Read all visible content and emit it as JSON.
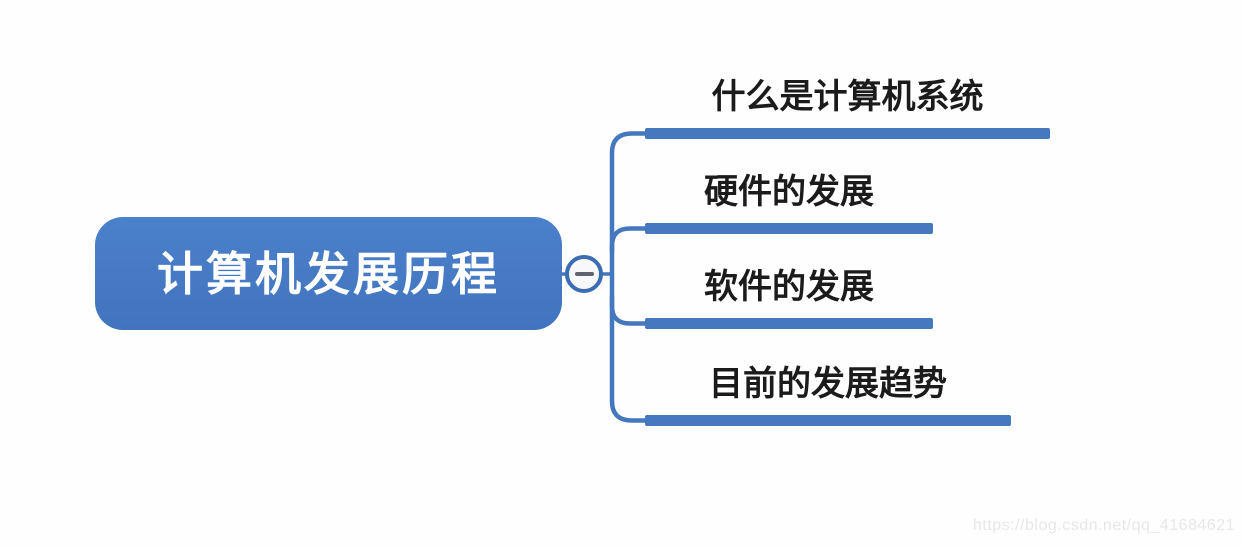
{
  "canvas": {
    "background": "#fefefe",
    "accent_blue": "#4478bf",
    "line_blue": "#4377be"
  },
  "root": {
    "label": "计算机发展历程",
    "fill": "#4479c4",
    "text_color": "#ffffff"
  },
  "collapse_control": {
    "icon": "minus-icon",
    "state": "expanded",
    "border_color": "#3a6db3",
    "glyph_color": "#62626c"
  },
  "branches": [
    {
      "label": "什么是计算机系统"
    },
    {
      "label": "硬件的发展"
    },
    {
      "label": "软件的发展"
    },
    {
      "label": "目前的发展趋势"
    }
  ],
  "watermark": {
    "text": "https://blog.csdn.net/qq_41684621",
    "color": "#e7e7ea"
  }
}
